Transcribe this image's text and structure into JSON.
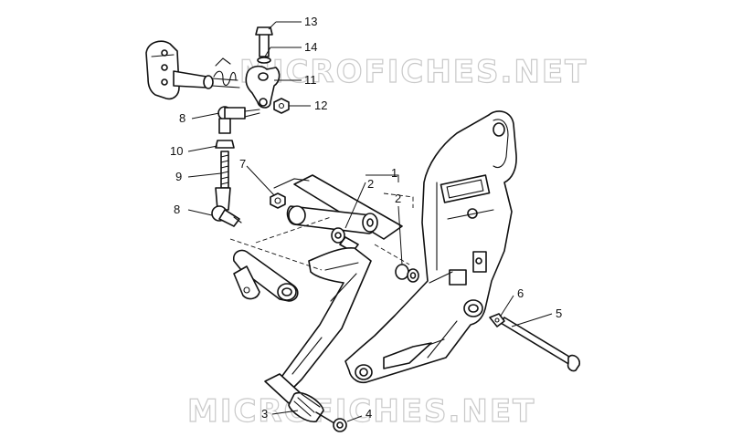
{
  "watermarks": [
    "MICROFICHES.NET",
    "MICROFICHES.NET"
  ],
  "callouts": [
    "13",
    "14",
    "11",
    "12",
    "8",
    "10",
    "9",
    "7",
    "1",
    "2",
    "2",
    "8",
    "6",
    "5",
    "3",
    "4"
  ]
}
